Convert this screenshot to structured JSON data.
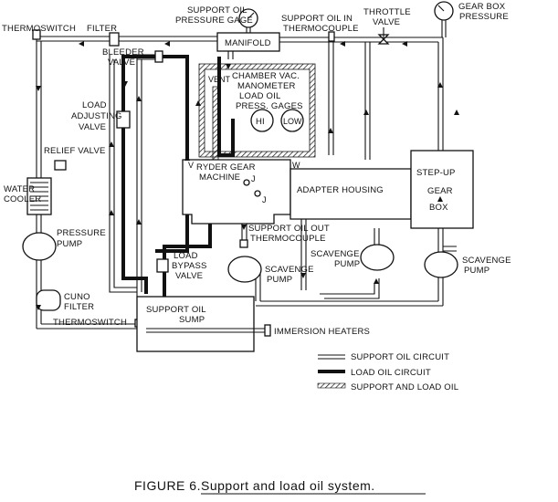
{
  "labels": {
    "support_oil_pressure_gage": [
      "SUPPORT OIL",
      "PRESSURE GAGE"
    ],
    "support_oil_in_thermocouple": [
      "SUPPORT OIL IN",
      "THERMOCOUPLE"
    ],
    "throttle_valve": [
      "THROTTLE",
      "VALVE"
    ],
    "gear_box_pressure": [
      "GEAR BOX",
      "PRESSURE"
    ],
    "thermoswitch_top": "THERMOSWITCH",
    "filter": "FILTER",
    "manifold": "MANIFOLD",
    "bleeder_valve": [
      "BLEEDER",
      "VALVE"
    ],
    "chamber_vac_manometer": [
      "CHAMBER VAC.",
      "MANOMETER"
    ],
    "vent": "VENT",
    "load_oil_press_gages": [
      "LOAD OIL",
      "PRESS. GAGES"
    ],
    "gage_hi": "HI",
    "gage_low": "LOW",
    "load_adjusting_valve": [
      "LOAD",
      "ADJUSTING",
      "VALVE"
    ],
    "relief_valve": "RELIEF VALVE",
    "water_cooler": [
      "WATER",
      "COOLER"
    ],
    "ryder_gear_machine": [
      "RYDER GEAR",
      "MACHINE"
    ],
    "adapter_housing": "ADAPTER HOUSING",
    "step_up_gear_box": [
      "STEP-UP",
      "GEAR",
      "BOX"
    ],
    "pressure_pump": [
      "PRESSURE",
      "PUMP"
    ],
    "support_oil_out_thermocouple": [
      "SUPPORT OIL OUT",
      "THERMOCOUPLE"
    ],
    "scavenge_pump_mid": [
      "SCAVENGE",
      "PUMP"
    ],
    "scavenge_pump_right": [
      "SCAVENGE",
      "PUMP"
    ],
    "scavenge_pump_far_right": [
      "SCAVENGE",
      "PUMP"
    ],
    "load_bypass_valve": [
      "LOAD",
      "BYPASS",
      "VALVE"
    ],
    "cuno_filter": [
      "CUNO",
      "FILTER"
    ],
    "thermoswitch_bottom": "THERMOSWITCH",
    "support_oil_sump": [
      "SUPPORT OIL",
      "SUMP"
    ],
    "immersion_heaters": "IMMERSION HEATERS",
    "mark_v": "V",
    "mark_w": "W",
    "mark_j1": "J",
    "mark_j2": "J"
  },
  "legend": {
    "support": "SUPPORT OIL CIRCUIT",
    "load": "LOAD OIL CIRCUIT",
    "both": "SUPPORT AND LOAD OIL"
  },
  "caption": {
    "prefix": "FIGURE 6.",
    "text": "Support and load oil system."
  }
}
